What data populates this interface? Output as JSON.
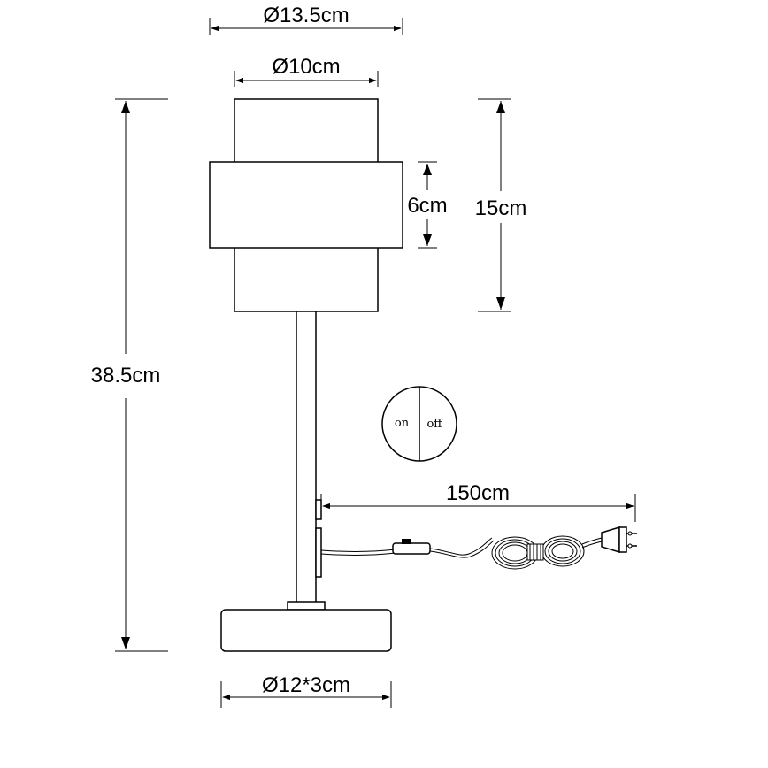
{
  "dimensions": {
    "shade_outer_diameter": "Ø13.5cm",
    "shade_inner_diameter": "Ø10cm",
    "band_height": "6cm",
    "shade_height": "15cm",
    "total_height": "38.5cm",
    "cable_length": "150cm",
    "base_size": "Ø12*3cm"
  },
  "switch": {
    "on_label": "on",
    "off_label": "off"
  }
}
